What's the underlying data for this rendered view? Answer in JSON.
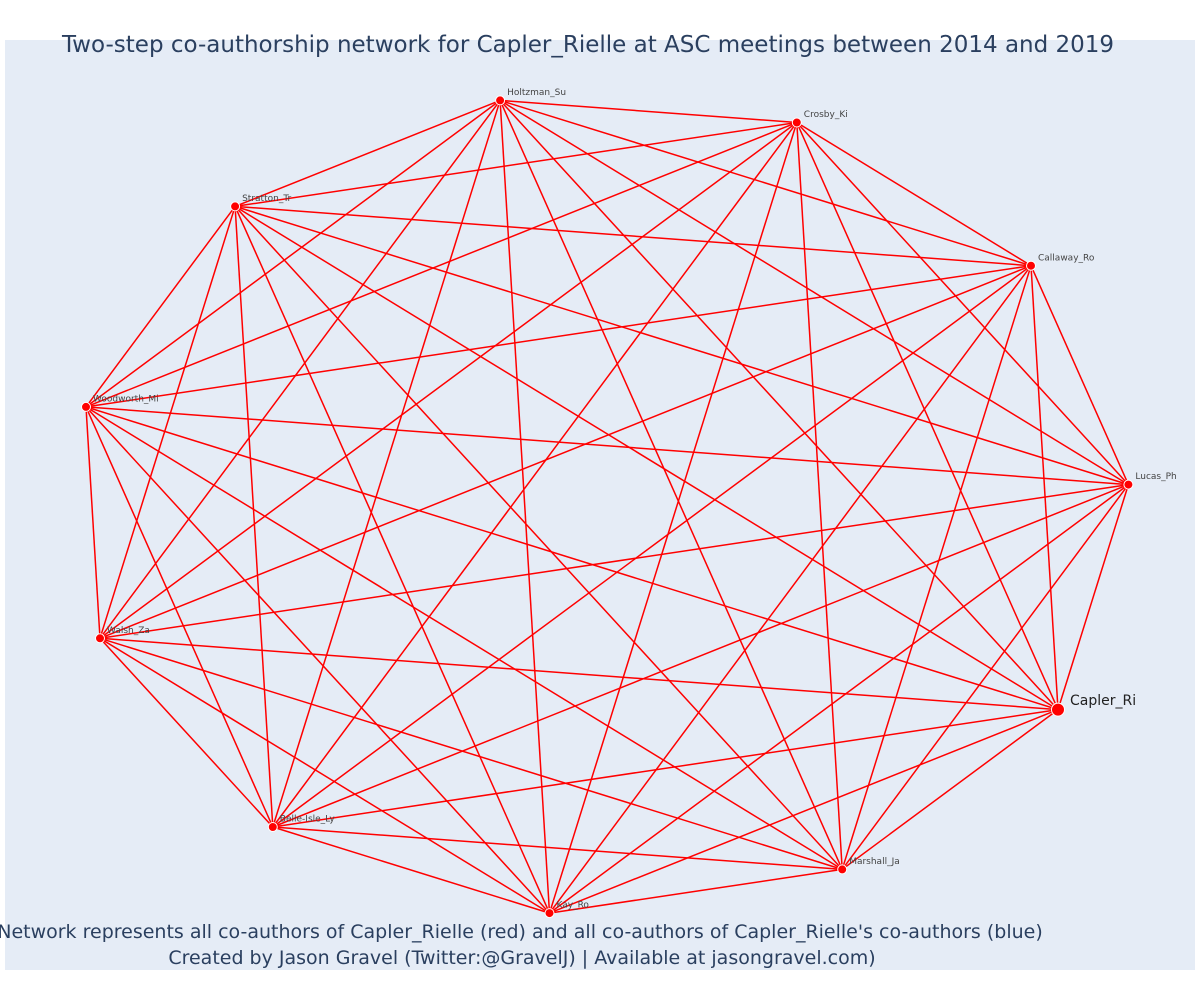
{
  "title": "Two-step co-authorship network for Capler_Rielle at ASC meetings between 2014 and 2019",
  "caption": {
    "line1": "Network represents all co-authors of Capler_Rielle (red) and all co-authors of Capler_Rielle's co-authors (blue)",
    "line2": "Created by Jason Gravel (Twitter:@GravelJ) | Available at jasongravel.com)"
  },
  "colors": {
    "background": "#e5ecf6",
    "edge": "#ff0000",
    "node_fill": "#ff0000",
    "node_stroke": "#ffffff",
    "title": "#2a3f5f"
  },
  "chart_data": {
    "type": "network",
    "layout": "circular",
    "focal_node": "Capler_Ri",
    "nodes": [
      {
        "id": "Holtzman_Su",
        "group": "co-author"
      },
      {
        "id": "Crosby_Ki",
        "group": "co-author"
      },
      {
        "id": "Callaway_Ro",
        "group": "co-author"
      },
      {
        "id": "Lucas_Ph",
        "group": "co-author"
      },
      {
        "id": "Capler_Ri",
        "group": "focal"
      },
      {
        "id": "Marshall_Ja",
        "group": "co-author"
      },
      {
        "id": "Kay_Ro",
        "group": "co-author"
      },
      {
        "id": "Belle-Isle_Ly",
        "group": "co-author"
      },
      {
        "id": "Walsh_Za",
        "group": "co-author"
      },
      {
        "id": "Woodworth_Mi",
        "group": "co-author"
      },
      {
        "id": "Stratton_Tr",
        "group": "co-author"
      }
    ],
    "edges": "complete"
  }
}
